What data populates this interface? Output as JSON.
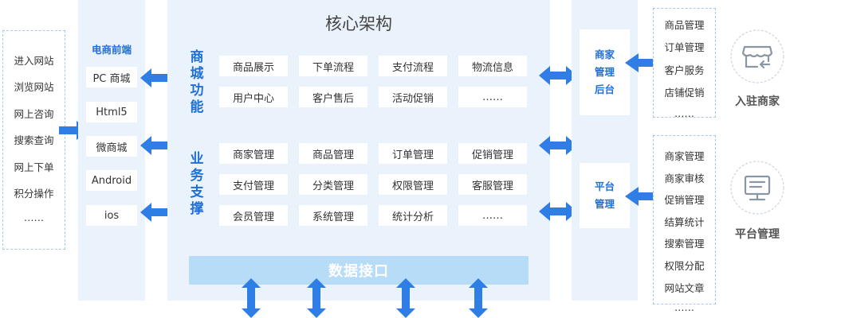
{
  "colors": {
    "accent": "#1f6fd6",
    "arrow": "#2f7ee6",
    "panel": "#eaf3fc",
    "band": "#b7dcf7"
  },
  "left_list": [
    "进入网站",
    "浏览网站",
    "网上咨询",
    "搜索查询",
    "网上下单",
    "积分操作",
    "……"
  ],
  "ecommerce": {
    "title": "电商前端",
    "items": [
      "PC 商城",
      "Html5",
      "微商城",
      "Android",
      "ios"
    ]
  },
  "core": {
    "title": "核心架构",
    "sections": [
      {
        "label": "商城功能",
        "rows": [
          [
            "商品展示",
            "下单流程",
            "支付流程",
            "物流信息"
          ],
          [
            "用户中心",
            "客户售后",
            "活动促销",
            "……"
          ]
        ]
      },
      {
        "label": "业务支撑",
        "rows": [
          [
            "商家管理",
            "商品管理",
            "订单管理",
            "促销管理"
          ],
          [
            "支付管理",
            "分类管理",
            "权限管理",
            "客服管理"
          ],
          [
            "会员管理",
            "系统管理",
            "统计分析",
            "……"
          ]
        ]
      }
    ],
    "data_interface": "数据接口"
  },
  "right_panel": {
    "merchant_backend": "商家管理后台",
    "platform_manage": "平台管理"
  },
  "merchant_list": [
    "商品管理",
    "订单管理",
    "客户服务",
    "店铺促销",
    "……"
  ],
  "platform_list": [
    "商家管理",
    "商家审核",
    "促销管理",
    "结算统计",
    "搜索管理",
    "权限分配",
    "网站文章",
    "……"
  ],
  "actors": [
    {
      "label": "入驻商家",
      "icon": "merchant-store-icon"
    },
    {
      "label": "平台管理",
      "icon": "monitor-icon"
    }
  ]
}
